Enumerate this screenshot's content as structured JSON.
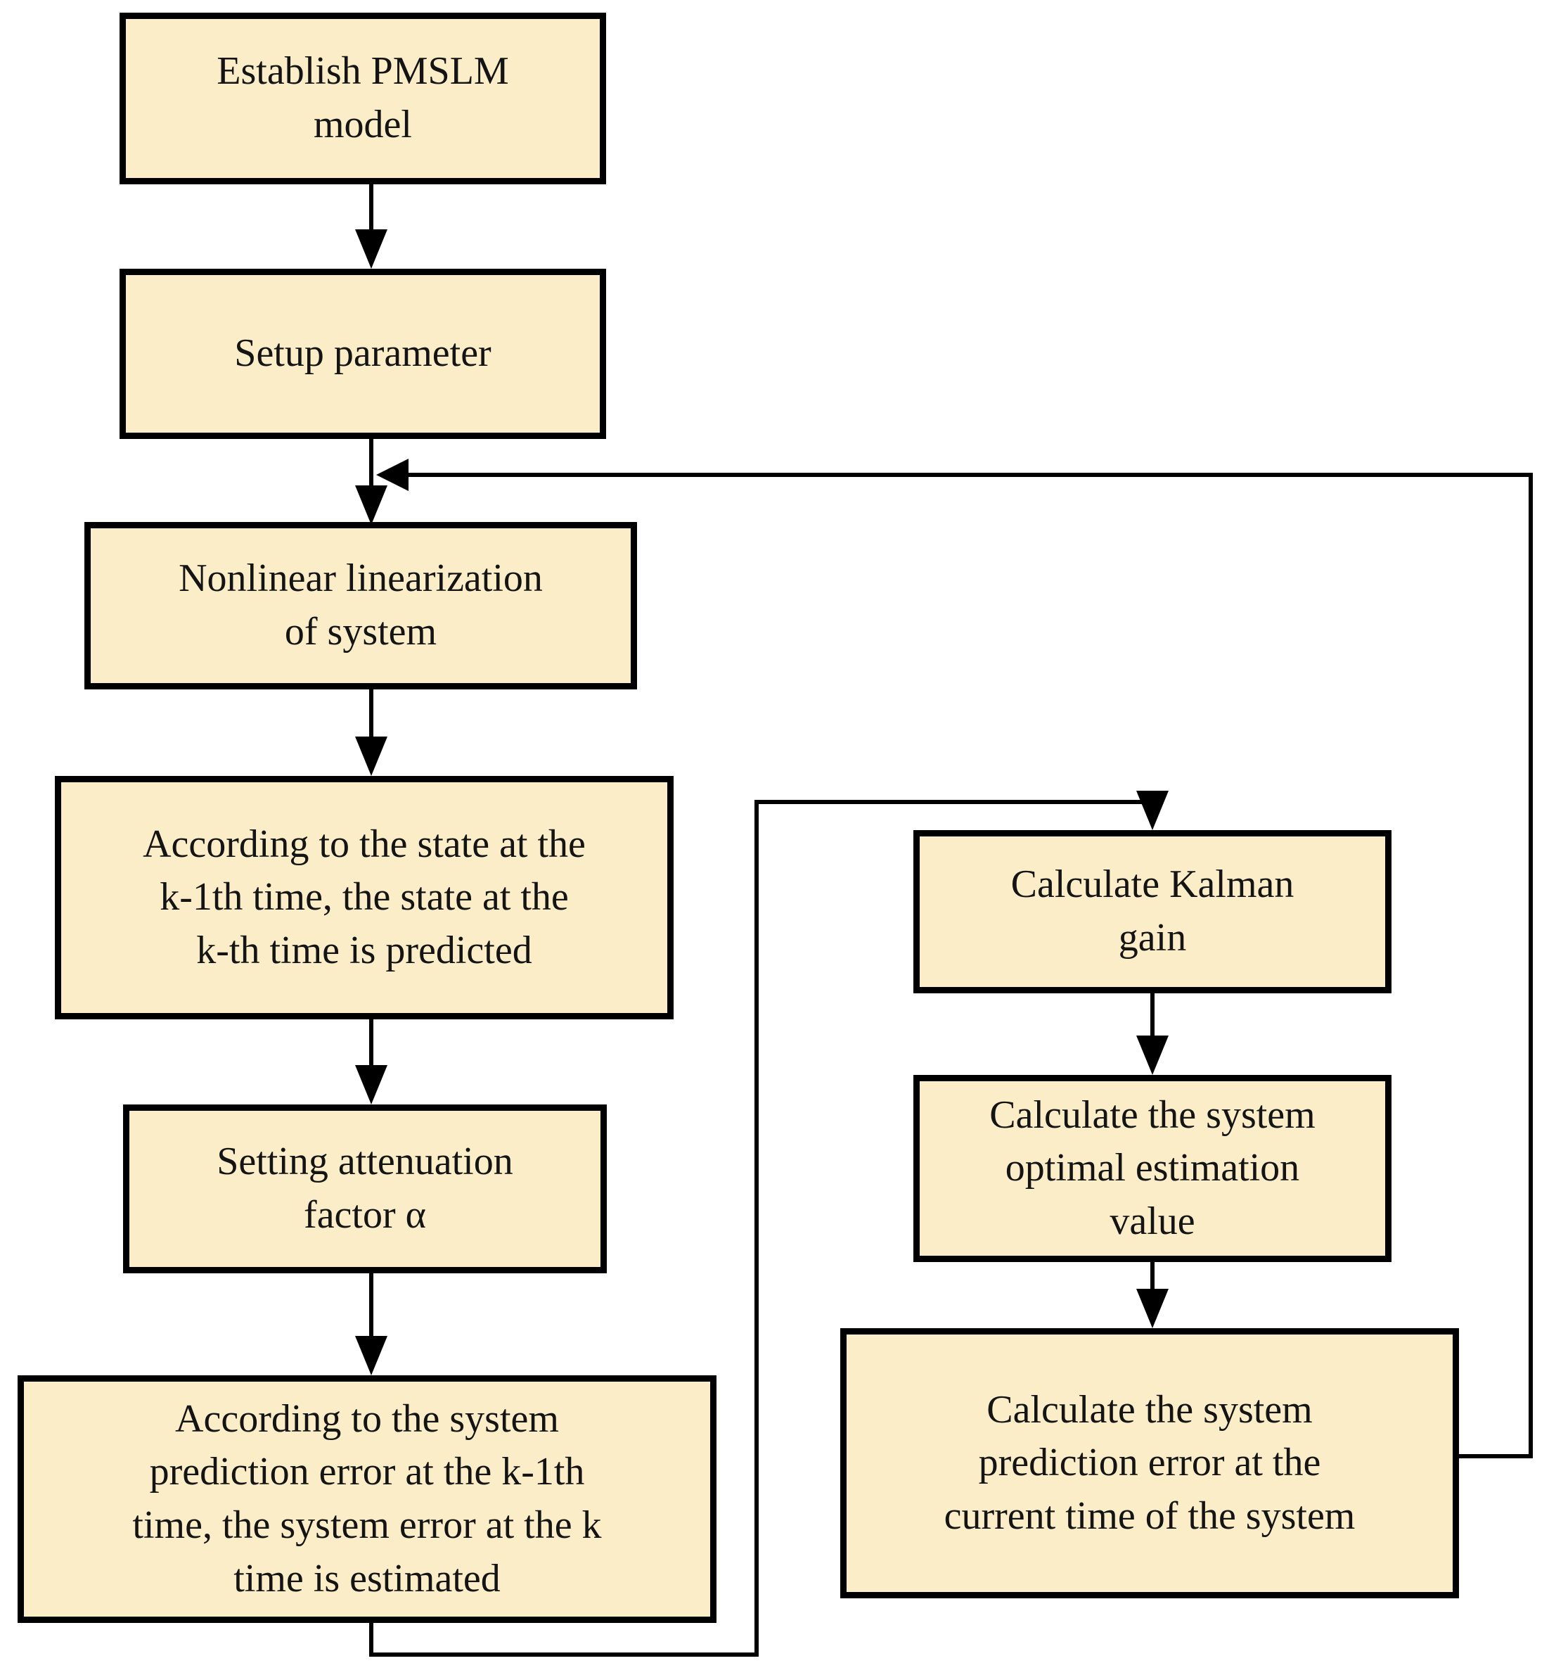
{
  "colors": {
    "node_fill": "#faedc8",
    "node_border": "#000000",
    "connector": "#000000",
    "background": "#ffffff"
  },
  "nodes": [
    {
      "id": "establish-model",
      "label": "Establish PMSLM\nmodel"
    },
    {
      "id": "setup-parameter",
      "label": "Setup parameter"
    },
    {
      "id": "nonlinear-linearization",
      "label": "Nonlinear linearization\nof system"
    },
    {
      "id": "state-prediction",
      "label": "According to the state at the\nk-1th time, the state at the\nk-th time is predicted"
    },
    {
      "id": "attenuation-factor",
      "label": "Setting attenuation\nfactor α"
    },
    {
      "id": "error-estimation",
      "label": "According to the system\nprediction error at the k-1th\ntime, the system error at the k\ntime is estimated"
    },
    {
      "id": "kalman-gain",
      "label": "Calculate Kalman\ngain"
    },
    {
      "id": "optimal-estimation",
      "label": "Calculate the system\noptimal estimation\nvalue"
    },
    {
      "id": "prediction-error-current",
      "label": "Calculate the system\nprediction error at the\ncurrent time of the system"
    }
  ],
  "edges": [
    {
      "from": "establish-model",
      "to": "setup-parameter",
      "type": "straight"
    },
    {
      "from": "setup-parameter",
      "to": "nonlinear-linearization",
      "type": "straight"
    },
    {
      "from": "nonlinear-linearization",
      "to": "state-prediction",
      "type": "straight"
    },
    {
      "from": "state-prediction",
      "to": "attenuation-factor",
      "type": "straight"
    },
    {
      "from": "attenuation-factor",
      "to": "error-estimation",
      "type": "straight"
    },
    {
      "from": "error-estimation",
      "to": "kalman-gain",
      "type": "elbow"
    },
    {
      "from": "kalman-gain",
      "to": "optimal-estimation",
      "type": "straight"
    },
    {
      "from": "optimal-estimation",
      "to": "prediction-error-current",
      "type": "straight"
    },
    {
      "from": "prediction-error-current",
      "to": "nonlinear-linearization",
      "type": "feedback"
    }
  ]
}
